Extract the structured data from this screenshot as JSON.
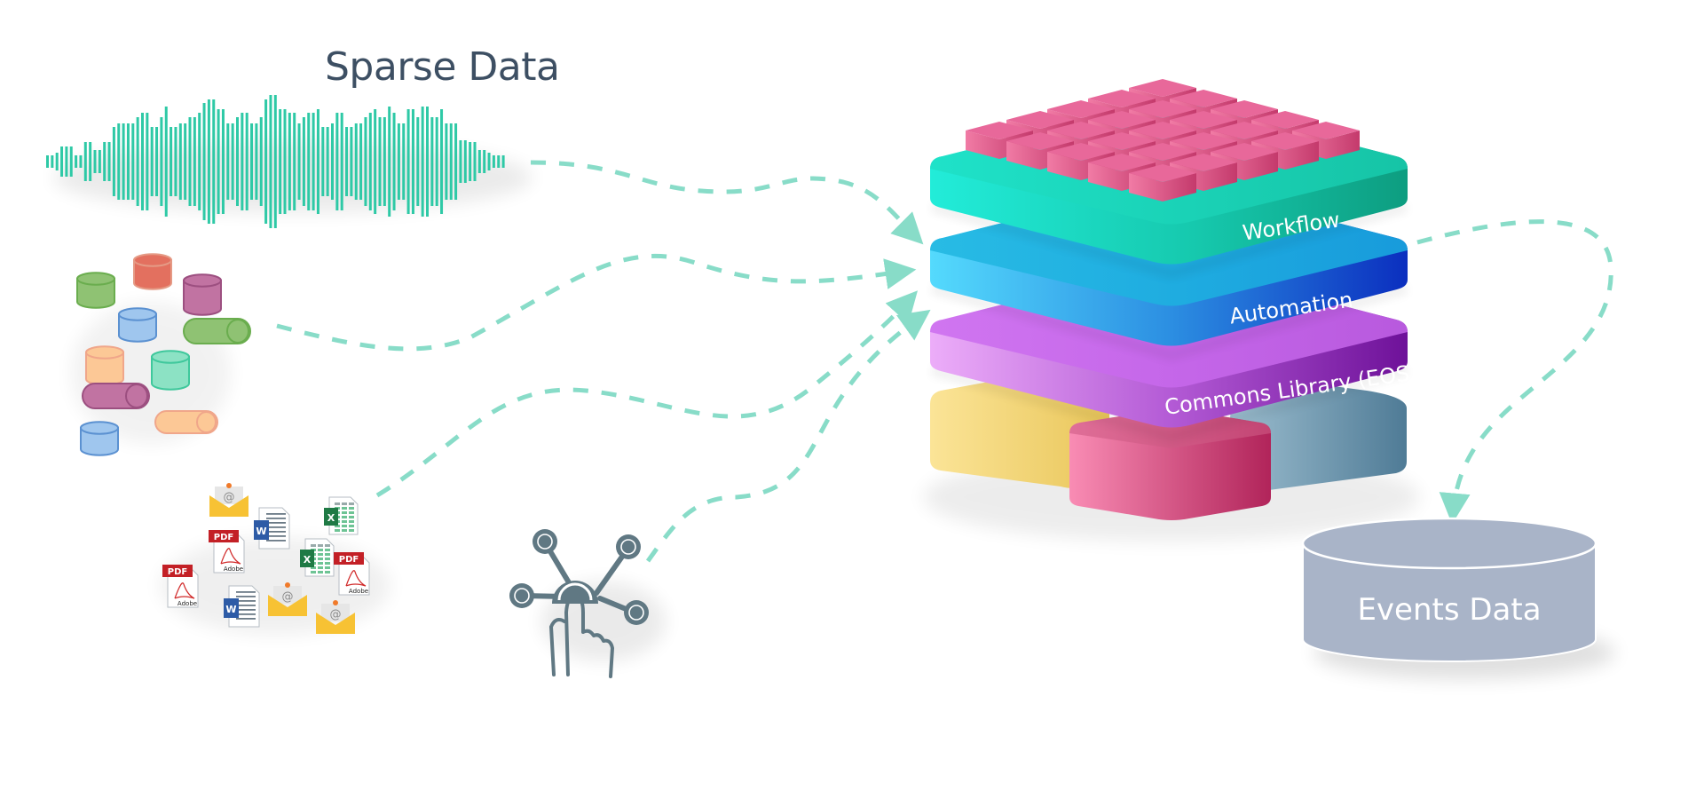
{
  "diagram": {
    "title": "Sparse Data",
    "sources": [
      {
        "id": "waveform",
        "label": "audio-signal-source"
      },
      {
        "id": "databases",
        "label": "database-cylinders-source"
      },
      {
        "id": "documents",
        "label": "documents-source"
      },
      {
        "id": "touch",
        "label": "touch-network-source"
      }
    ],
    "stack": {
      "layers": [
        {
          "label": "Workflow",
          "color_left": "#22e7d4",
          "color_right": "#0f9f84"
        },
        {
          "label": "Automation",
          "color_left": "#4fd8fb",
          "color_right": "#0d35c2"
        },
        {
          "label": "Commons Library (EOS)",
          "color_left": "#e7a7f6",
          "color_right": "#75159c"
        }
      ],
      "base_blocks": [
        {
          "name": "yellow-block",
          "color": "#f6d977"
        },
        {
          "name": "pink-block",
          "color": "#e35a8d"
        },
        {
          "name": "blue-grey-block",
          "color": "#6c9ab2"
        }
      ],
      "grid_tiles": {
        "rows": 5,
        "cols": 5,
        "color": "#e4608f"
      }
    },
    "sink": {
      "label": "Events Data",
      "color": "#a9b4c8"
    },
    "documents": {
      "pdf_label": "PDF",
      "adobe_label": "Adobe",
      "word_label": "W",
      "excel_label": "X",
      "email_label": "@"
    },
    "connector_color": "#88dcc8",
    "waveform_color": "#2ec9a6"
  }
}
